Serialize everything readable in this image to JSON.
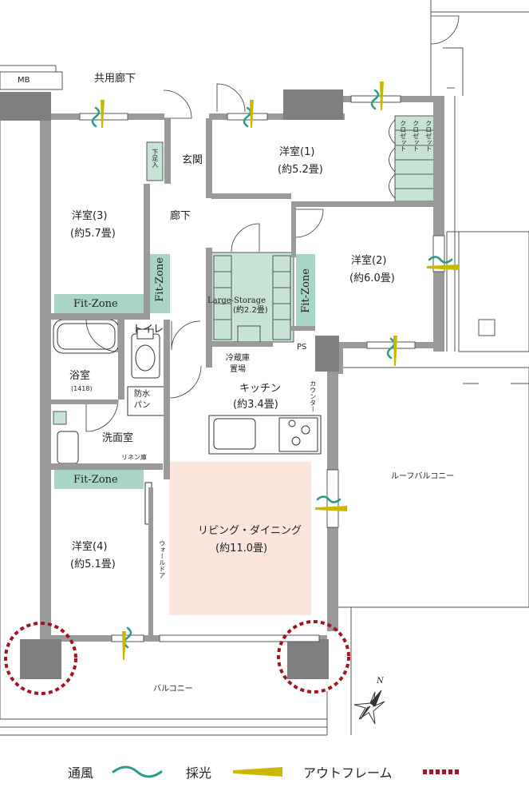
{
  "labels": {
    "common_corridor": "共用廊下",
    "mb": "MB",
    "entrance": "玄関",
    "shoe_closet": "下足入",
    "room1_name": "洋室(1)",
    "room1_size": "(約5.2畳)",
    "room2_name": "洋室(2)",
    "room2_size": "(約6.0畳)",
    "room3_name": "洋室(3)",
    "room3_size": "(約5.7畳)",
    "room4_name": "洋室(4)",
    "room4_size": "(約5.1畳)",
    "hallway": "廊下",
    "closet": "クロゼット",
    "large_storage": "Large-Storage",
    "large_storage_size": "(約2.2畳)",
    "fit_zone": "Fit-Zone",
    "ps": "PS",
    "toilet": "トイレ",
    "bath": "浴室",
    "bath_size": "(1418)",
    "waterproof_pan": "防水パン",
    "washroom": "洗面室",
    "linen": "リネン庫",
    "fridge": "冷蔵庫置場",
    "kitchen": "キッチン",
    "kitchen_size": "(約3.4畳)",
    "counter": "カウンター",
    "living": "リビング・ダイニング",
    "living_size": "(約11.0畳)",
    "wall_door": "ウォールドア",
    "roof_balcony": "ルーフバルコニー",
    "balcony": "バルコニー",
    "north": "N"
  },
  "legend": {
    "ventilation": "通風",
    "daylight": "採光",
    "outframe": "アウトフレーム"
  },
  "colors": {
    "wall": "#9a9a9a",
    "wall_dark": "#7f7f7f",
    "fit_zone": "#a8d5c4",
    "storage": "#c6e3d6",
    "living": "#fae6dc",
    "ventilation": "#2a9a86",
    "daylight": "#c9b800",
    "outframe": "#a3141f"
  }
}
